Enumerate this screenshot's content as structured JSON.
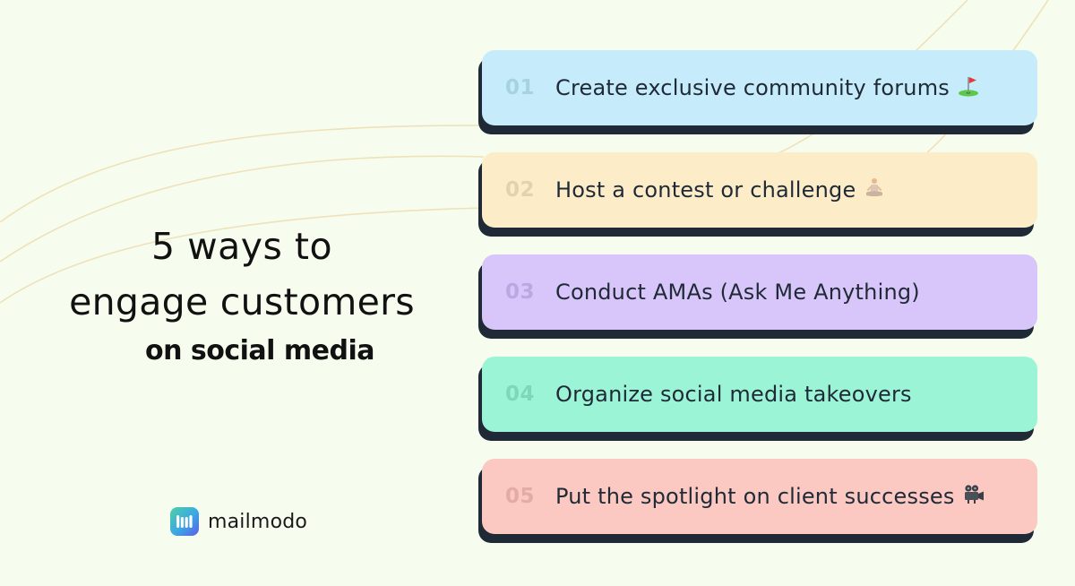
{
  "headline": {
    "line1": "5 ways to",
    "line2": "engage customers",
    "line3": "on social media"
  },
  "brand": {
    "name": "mailmodo",
    "logo_icon": "mailmodo-logo-icon"
  },
  "colors": {
    "background": "#f6fdee",
    "card_shadow": "#1f2a36",
    "card1": "#c6ecfb",
    "card2": "#fcecc8",
    "card3": "#d8c6fb",
    "card4": "#9cf4d6",
    "card5": "#fbc8c2"
  },
  "cards": [
    {
      "number": "01",
      "text": "Create exclusive community forums",
      "icon": "golf-flag-icon"
    },
    {
      "number": "02",
      "text": "Host a contest or challenge",
      "icon": "meditation-icon"
    },
    {
      "number": "03",
      "text": "Conduct AMAs (Ask Me Anything)",
      "icon": ""
    },
    {
      "number": "04",
      "text": "Organize social media takeovers",
      "icon": ""
    },
    {
      "number": "05",
      "text": "Put the spotlight on client successes",
      "icon": "video-camera-icon"
    }
  ]
}
